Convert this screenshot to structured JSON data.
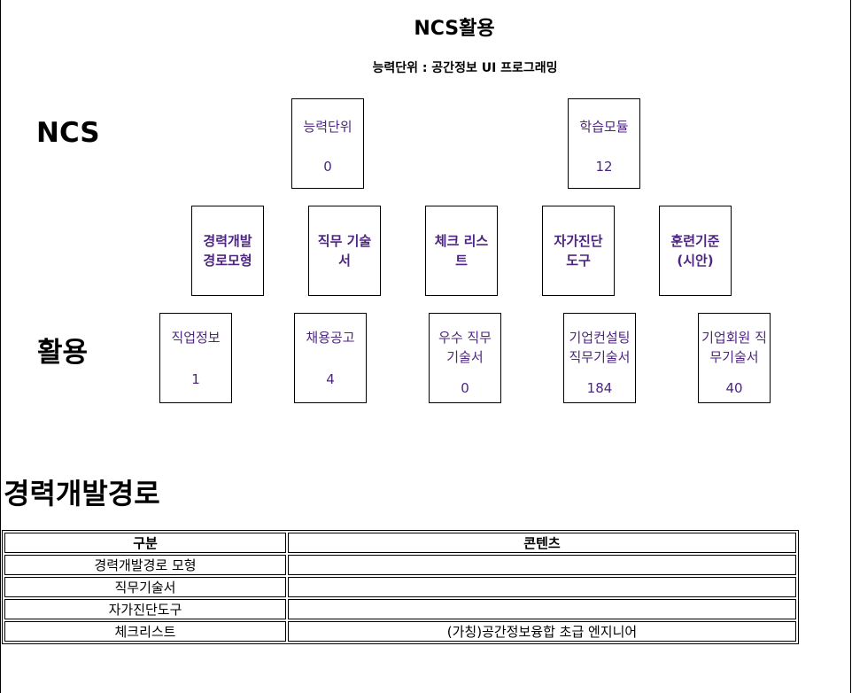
{
  "header": {
    "title": "NCS활용",
    "subtitle": "능력단위 : 공간정보 UI 프로그래밍"
  },
  "sides": {
    "ncs": "NCS",
    "usage": "활용"
  },
  "ncs_row": [
    {
      "label": "능력단위",
      "count": "0"
    },
    {
      "label": "학습모듈",
      "count": "12"
    }
  ],
  "mid_row": [
    {
      "label": "경력개발 경로모형"
    },
    {
      "label": "직무 기술서"
    },
    {
      "label": "체크 리스트"
    },
    {
      "label": "자가진단 도구"
    },
    {
      "label": "훈련기준 (시안)"
    }
  ],
  "usage_row": [
    {
      "label": "직업정보",
      "count": "1"
    },
    {
      "label": "채용공고",
      "count": "4"
    },
    {
      "label": "우수 직무 기술서",
      "count": "0"
    },
    {
      "label": "기업컨설팅 직무기술서",
      "count": "184"
    },
    {
      "label": "기업회원 직무기술서",
      "count": "40"
    }
  ],
  "section": {
    "title": "경력개발경로"
  },
  "table": {
    "headers": [
      "구분",
      "콘텐츠"
    ],
    "rows": [
      [
        "경력개발경로 모형",
        ""
      ],
      [
        "직무기술서",
        ""
      ],
      [
        "자가진단도구",
        ""
      ],
      [
        "체크리스트",
        "(가칭)공간정보융합 초급 엔지니어"
      ]
    ]
  }
}
